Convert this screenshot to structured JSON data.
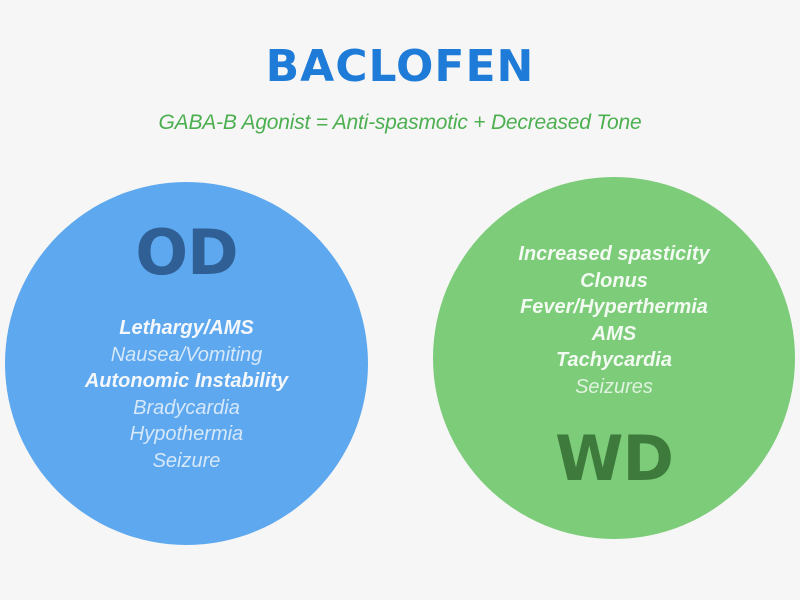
{
  "header": {
    "title": "BACLOFEN",
    "subtitle": "GABA-B Agonist = Anti-spasmotic + Decreased Tone"
  },
  "colors": {
    "background": "#f6f6f6",
    "title": "#1f7bd8",
    "subtitle": "#4caf50",
    "od_circle": "#5da8ee",
    "od_label": "#2f5f94",
    "wd_circle": "#7ccc7a",
    "wd_label": "#3d7a3b"
  },
  "overdose": {
    "label": "OD",
    "symptoms": [
      {
        "text": "Lethargy/AMS",
        "emphasis": "bold"
      },
      {
        "text": "Nausea/Vomiting",
        "emphasis": "normal"
      },
      {
        "text": "Autonomic Instability",
        "emphasis": "bold"
      },
      {
        "text": "Bradycardia",
        "emphasis": "normal"
      },
      {
        "text": "Hypothermia",
        "emphasis": "normal"
      },
      {
        "text": "Seizure",
        "emphasis": "normal"
      }
    ]
  },
  "withdrawal": {
    "label": "WD",
    "symptoms": [
      {
        "text": "Increased spasticity",
        "emphasis": "bold"
      },
      {
        "text": "Clonus",
        "emphasis": "bold"
      },
      {
        "text": "Fever/Hyperthermia",
        "emphasis": "bold"
      },
      {
        "text": "AMS",
        "emphasis": "bold"
      },
      {
        "text": "Tachycardia",
        "emphasis": "bold"
      },
      {
        "text": "Seizures",
        "emphasis": "normal"
      }
    ]
  }
}
